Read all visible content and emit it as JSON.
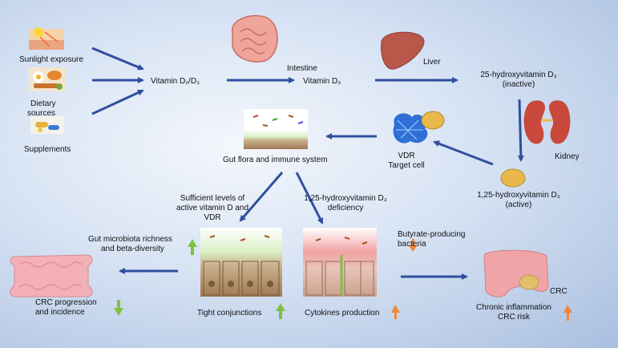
{
  "labels": {
    "sunlight": "Sunlight exposure",
    "dietary_1": "Dietary",
    "dietary_2": "sources",
    "supplements": "Supplements",
    "vit_d2d3": "Vitamin D₂/D₃",
    "intestine": "Intestine",
    "vit_d3": "Vitamin D₃",
    "liver": "Liver",
    "hydroxy25_1": "25-hydroxyvitamin D₃",
    "hydroxy25_2": "(inactive)",
    "kidney": "Kidney",
    "hydroxy125_active_1": "1,25-hydroxyvitamin D₃",
    "hydroxy125_active_2": "(active)",
    "vdr": "VDR",
    "target_cell": "Target cell",
    "gut_flora": "Gut flora and immune system",
    "sufficient_1": "Sufficient levels of",
    "sufficient_2": "active vitamin D and",
    "sufficient_3": "VDR",
    "deficiency_1": "1,25-hydroxyvitamin D₃",
    "deficiency_2": "deficiency",
    "microbiota_1": "Gut microbiota richness",
    "microbiota_2": "and beta-diversity",
    "butyrate_1": "Butyrate-producing",
    "butyrate_2": "bacteria",
    "crc_prog_1": "CRC progression",
    "crc_prog_2": "and incidence",
    "tight": "Tight conjunctions",
    "cytokines": "Cytokines production",
    "crc": "CRC",
    "chronic_1": "Chronic inflammation",
    "chronic_2": "CRC risk"
  },
  "colors": {
    "flow_arrow": "#2f4f9e",
    "increase_arrow": "#7cc242",
    "decrease_arrow": "#f0883a"
  },
  "icons": [
    "sun-skin-icon",
    "food-icon",
    "pill-icon",
    "intestine-icon",
    "liver-icon",
    "kidney-icon",
    "vdr-cell-icon",
    "gut-flora-icon",
    "healthy-epithelium-icon",
    "inflamed-epithelium-icon",
    "healthy-colon-icon",
    "tumor-colon-icon"
  ]
}
